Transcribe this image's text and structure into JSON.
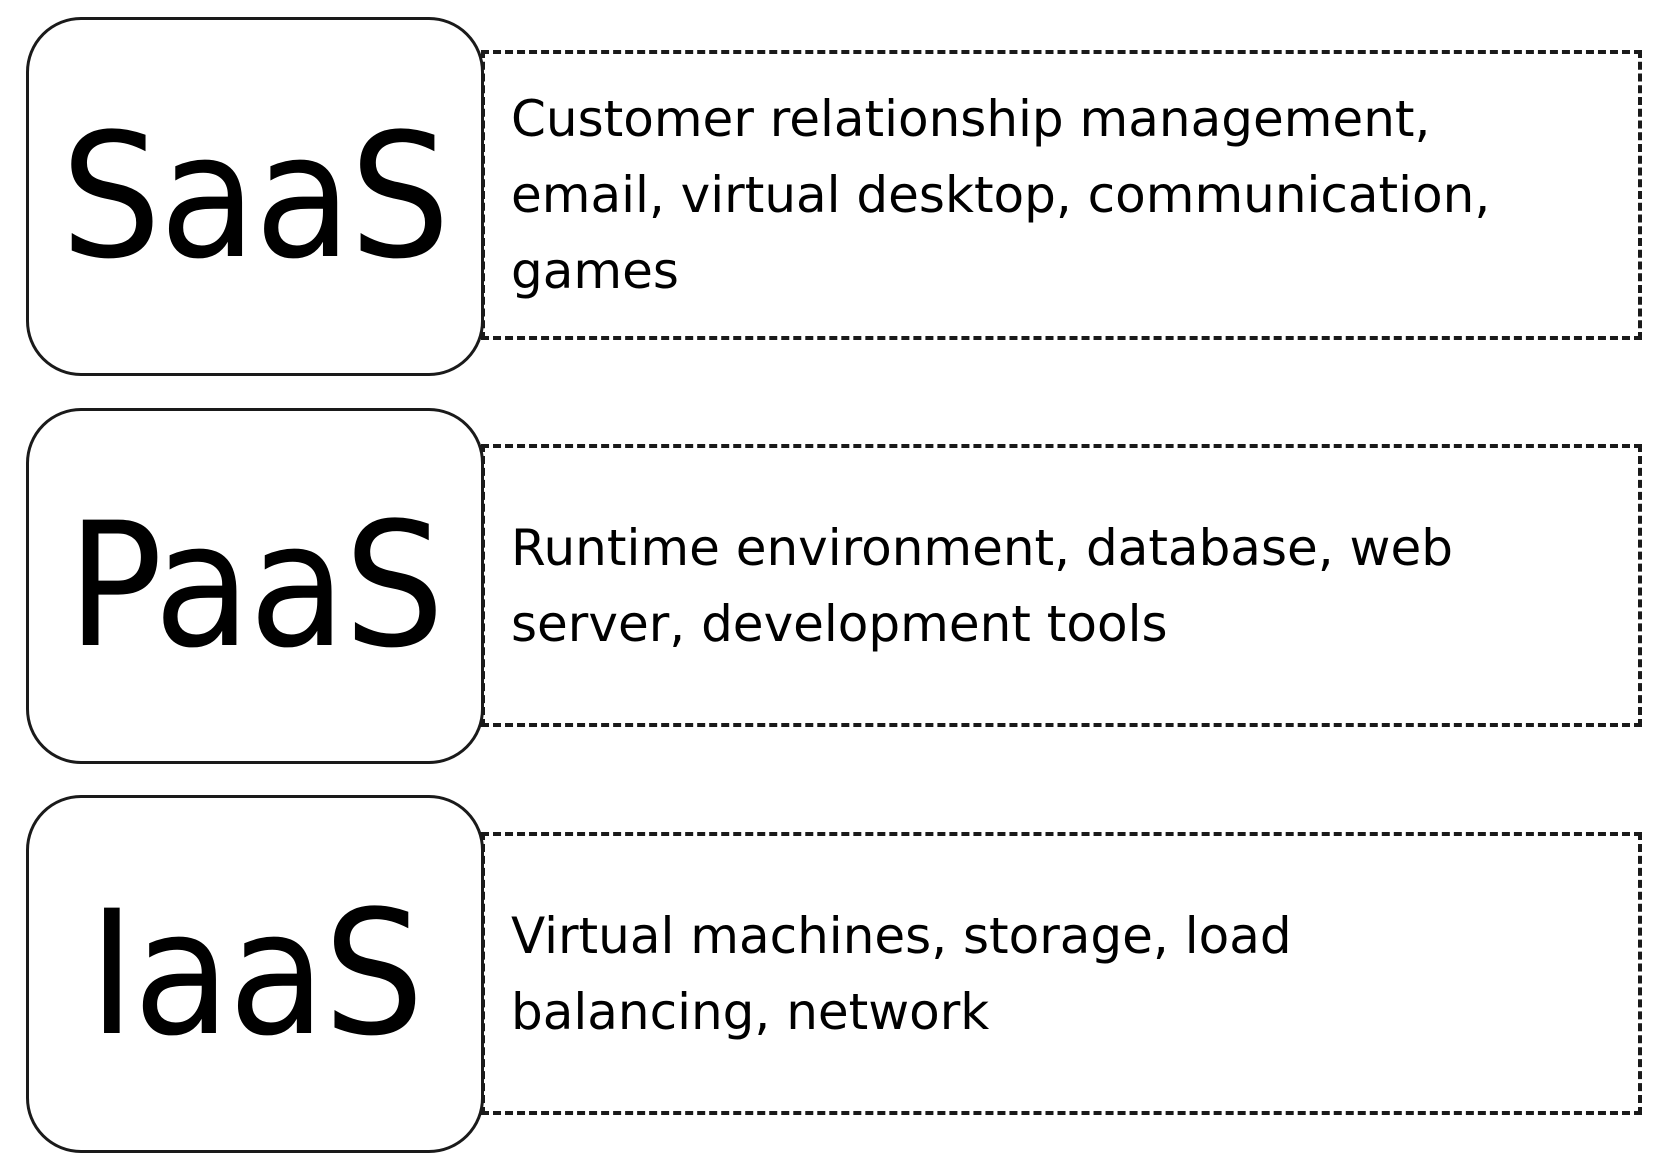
{
  "diagram": {
    "colors": {
      "border": "#1a1a1a",
      "text": "#000000",
      "background": "#ffffff"
    },
    "rows": [
      {
        "label": "SaaS",
        "description": "Customer relationship management, email, virtual desktop, communication, games",
        "lines": [
          "Customer relationship management,",
          "email, virtual desktop, communication,",
          "games"
        ]
      },
      {
        "label": "PaaS",
        "description": "Runtime environment, database, web server, development tools",
        "lines": [
          "Runtime environment, database, web",
          "server, development tools"
        ]
      },
      {
        "label": "IaaS",
        "description": "Virtual machines, storage, load balancing, network",
        "lines": [
          "Virtual machines, storage, load",
          "balancing, network"
        ]
      }
    ]
  }
}
